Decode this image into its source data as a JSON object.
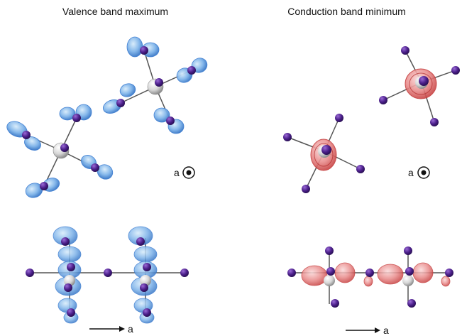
{
  "titles": {
    "left": "Valence band maximum",
    "right": "Conduction band minimum"
  },
  "axis_label": "a",
  "colors": {
    "vbm_lobe": "#5a9be0",
    "vbm_lobe_light": "#bcdcf7",
    "cbm_lobe": "#d94a4a",
    "cbm_lobe_light": "#f4b6b6",
    "atom_purple": "#4b1f8a",
    "atom_metal": "#cfcfcf",
    "bond": "#555555"
  }
}
